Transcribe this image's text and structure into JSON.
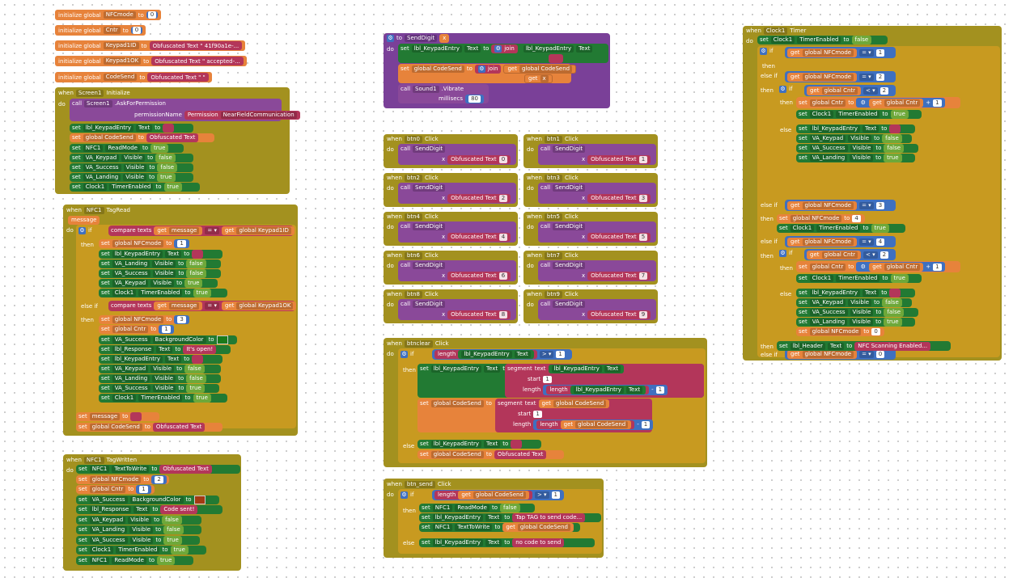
{
  "globals": [
    {
      "kw": "initialize global",
      "name": "NFCmode",
      "to": "to",
      "val": "0"
    },
    {
      "kw": "initialize global",
      "name": "Cntr",
      "to": "to",
      "val": "0"
    },
    {
      "kw": "initialize global",
      "name": "Keypad1ID",
      "to": "to",
      "val": "Obfuscated Text \" 41f90a1e-..."
    },
    {
      "kw": "initialize global",
      "name": "Keypad1OK",
      "to": "to",
      "val": "Obfuscated Text \" accepted-..."
    },
    {
      "kw": "initialize global",
      "name": "CodeSend",
      "to": "to",
      "val": "Obfuscated Text \" \""
    }
  ],
  "kw": {
    "when": "when",
    "do": "do",
    "set": "set",
    "call": "call",
    "to": "to",
    "get": "get",
    "if": "if",
    "then": "then",
    "else": "else",
    "elseif": "else if",
    "x": "x",
    "true": "true",
    "false": "false",
    "text": "text",
    "start": "start",
    "length": "length",
    "join": "join",
    "compare": "compare texts",
    "segment": "segment",
    "millisecs": "millisecs",
    "message": "message",
    "permissionName": "permissionName",
    "permission": "Permission",
    "nfc": "NearFieldCommunication",
    "ot": "Obfuscated Text",
    "dot": "."
  },
  "screen1": {
    "comp": "Screen1",
    "event": "Initialize",
    "method": "AskForPermission"
  },
  "tagread": {
    "comp": "NFC1",
    "event": "TagRead"
  },
  "tagwritten": {
    "comp": "NFC1",
    "event": "TagWritten"
  },
  "senddigit": {
    "name": "SendDigit",
    "param": "x",
    "vibrate": "Vibrate",
    "sound": "Sound1",
    "ms": "80"
  },
  "buttons": [
    {
      "name": "btn0",
      "digit": "0"
    },
    {
      "name": "btn1",
      "digit": "1"
    },
    {
      "name": "btn2",
      "digit": "2"
    },
    {
      "name": "btn3",
      "digit": "3"
    },
    {
      "name": "btn4",
      "digit": "4"
    },
    {
      "name": "btn5",
      "digit": "5"
    },
    {
      "name": "btn6",
      "digit": "6"
    },
    {
      "name": "btn7",
      "digit": "7"
    },
    {
      "name": "btn8",
      "digit": "8"
    },
    {
      "name": "btn9",
      "digit": "9"
    }
  ],
  "click": "Click",
  "btnclear": {
    "name": "btnclear"
  },
  "btnsend": {
    "name": "btn_send",
    "tap": "Tap TAG to send code...",
    "nocode": "no code to send"
  },
  "clock": {
    "comp": "Clock1",
    "event": "Timer",
    "scan": "NFC Scanning Enabled..."
  },
  "props": {
    "KeypadEntry": "lbl_KeypadEntry",
    "Text": "Text",
    "CodeSend": "global CodeSend",
    "NFCmode": "global NFCmode",
    "Cntr": "global Cntr",
    "Keypad1ID": "global Keypad1ID",
    "Keypad1OK": "global Keypad1OK",
    "ReadMode": "ReadMode",
    "TextToWrite": "TextToWrite",
    "Visible": "Visible",
    "TimerEnabled": "TimerEnabled",
    "BackgroundColor": "BackgroundColor",
    "VA_Keypad": "VA_Keypad",
    "VA_Success": "VA_Success",
    "VA_Landing": "VA_Landing",
    "Clock1": "Clock1",
    "NFC1": "NFC1",
    "lbl_Response": "lbl_Response",
    "lbl_Header": "lbl_Header",
    "itsopen": "It's open!",
    "codesent": "Code sent!"
  },
  "nums": {
    "0": "0",
    "1": "1",
    "2": "2",
    "3": "3",
    "4": "4"
  },
  "ops": {
    "eq": "= ▾",
    "gt": "> ▾",
    "lt": "< ▾",
    "plus": "+",
    "minus": "-"
  }
}
